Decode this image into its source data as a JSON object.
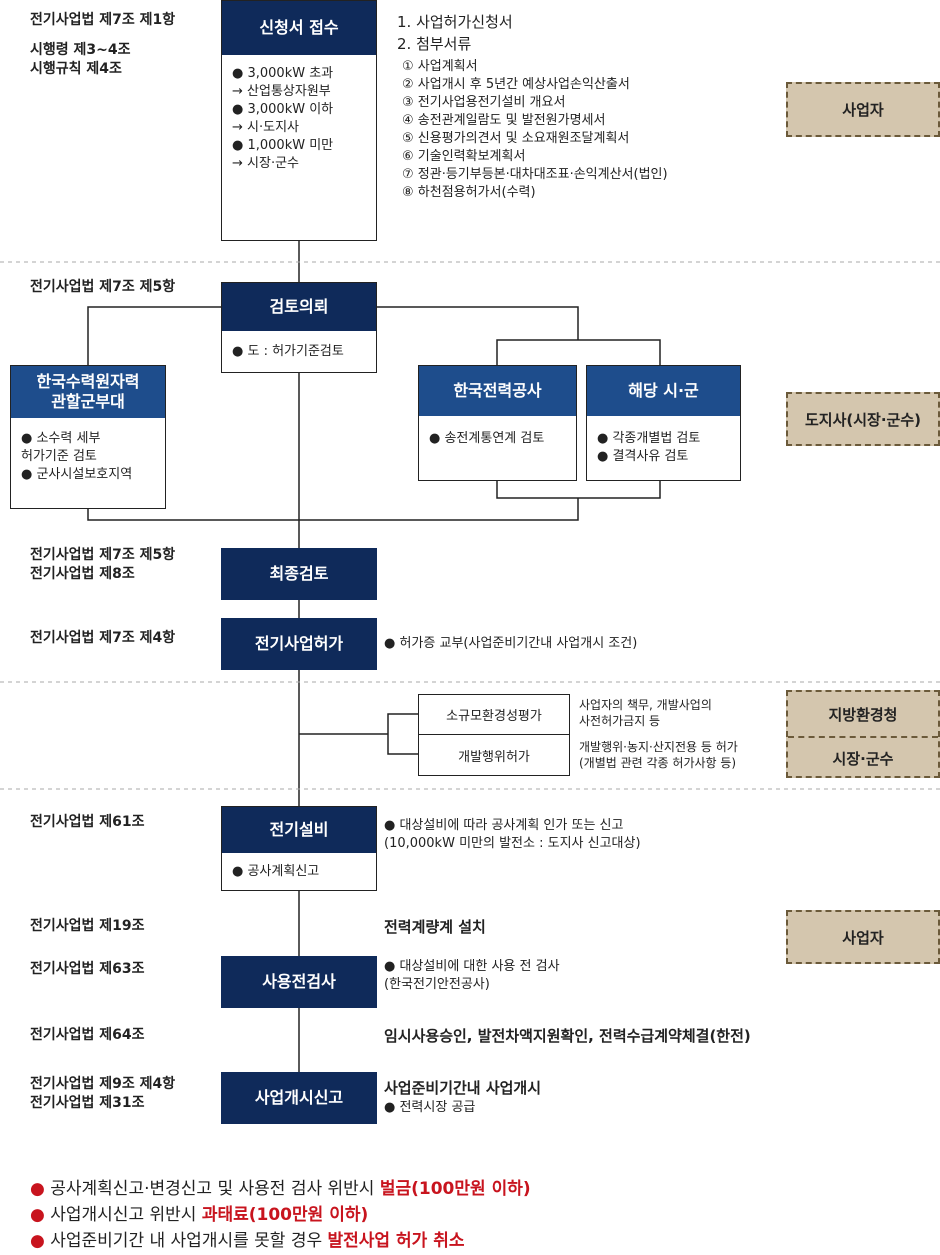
{
  "section1": {
    "law": "전기사업법 제7조 제1항",
    "law2": "시행령 제3~4조\n시행규칙 제4조",
    "box_title": "신청서 접수",
    "box_items": "● 3,000kW 초과\n   → 산업통상자원부\n● 3,000kW 이하\n   → 시·도지사\n● 1,000kW 미만\n   → 시장·군수",
    "docs_head": "1. 사업허가신청서\n2. 첨부서류",
    "docs_list": "① 사업계획서\n② 사업개시 후 5년간 예상사업손익산출서\n③ 전기사업용전기설비 개요서\n④ 송전관계일람도 및 발전원가명세서\n⑤ 신용평가의견서 및 소요재원조달계획서\n⑥ 기술인력확보계획서\n⑦ 정관·등기부등본·대차대조표·손익계산서(법인)\n⑧ 하천점용허가서(수력)",
    "actor": "사업자"
  },
  "section2": {
    "law": "전기사업법 제7조 제5항",
    "review_title": "검토의뢰",
    "review_item": "● 도 : 허가기준검토",
    "hydro_title": "한국수력원자력\n관할군부대",
    "hydro_items": "● 소수력 세부\n   허가기준 검토\n● 군사시설보호지역",
    "kepco_title": "한국전력공사",
    "kepco_item": "● 송전계통연계 검토",
    "city_title": "해당 시·군",
    "city_items": "● 각종개별법 검토\n● 결격사유 검토",
    "actor": "도지사(시장·군수)",
    "final_law": "전기사업법 제7조 제5항\n전기사업법 제8조",
    "final_title": "최종검토",
    "permit_law": "전기사업법 제7조 제4항",
    "permit_title": "전기사업허가",
    "permit_note": "● 허가증 교부(사업준비기간내 사업개시 조건)"
  },
  "section3": {
    "env_label": "소규모환경성평가",
    "env_note": "사업자의 책무, 개발사업의\n사전허가금지 등",
    "dev_label": "개발행위허가",
    "dev_note": "개발행위·농지·산지전용 등 허가\n(개별법 관련 각종 허가사항 등)",
    "actor_top": "지방환경청",
    "actor_bottom": "시장·군수"
  },
  "section4": {
    "law61": "전기사업법 제61조",
    "facility_title": "전기설비",
    "facility_item": "● 공사계획신고",
    "facility_note": "● 대상설비에 따라 공사계획 인가 또는 신고\n   (10,000kW 미만의 발전소 : 도지사 신고대상)",
    "law19": "전기사업법 제19조",
    "meter": "전력계량계 설치",
    "law63": "전기사업법 제63조",
    "inspect_title": "사용전검사",
    "inspect_note": "● 대상설비에 대한 사용 전 검사\n   (한국전기안전공사)",
    "law64": "전기사업법 제64조",
    "approval": "임시사용승인, 발전차액지원확인, 전력수급계약체결(한전)",
    "law9": "전기사업법 제9조 제4항\n전기사업법 제31조",
    "start_title": "사업개시신고",
    "start_note_head": "사업준비기간내 사업개시",
    "start_note_item": "● 전력시장 공급",
    "actor": "사업자"
  },
  "footer": [
    {
      "bullet": "●",
      "text": " 공사계획신고·변경신고 및 사용전 검사 위반시 ",
      "highlight": "벌금(100만원 이하)"
    },
    {
      "bullet": "●",
      "text": " 사업개시신고 위반시 ",
      "highlight": "과태료(100만원 이하)"
    },
    {
      "bullet": "●",
      "text": " 사업준비기간 내 사업개시를 못할 경우 ",
      "highlight": "발전사업 허가 취소"
    }
  ],
  "colors": {
    "navy": "#0f2a5a",
    "blue": "#1e4d8c",
    "tan": "#d4c6ae",
    "red": "#c8141e"
  }
}
